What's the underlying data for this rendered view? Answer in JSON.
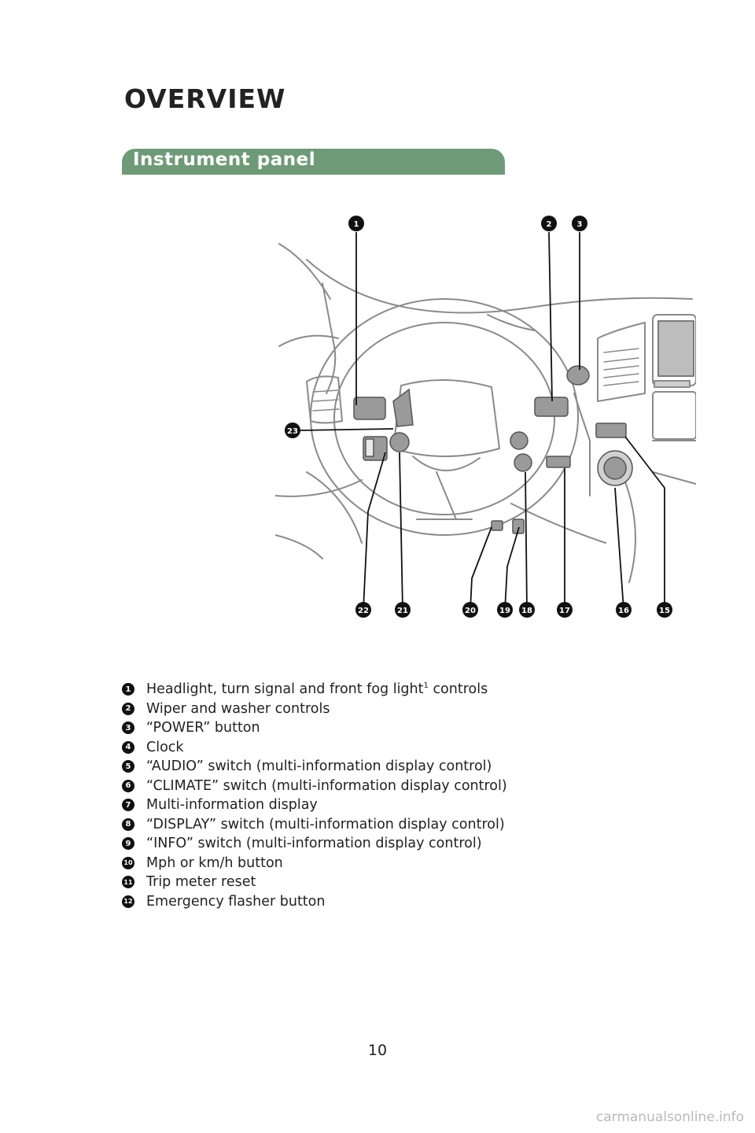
{
  "page": {
    "title": "OVERVIEW",
    "section_title": "Instrument panel",
    "page_number": "10",
    "watermark": "carmanualsonline.info"
  },
  "diagram": {
    "callouts": [
      "1",
      "2",
      "3",
      "15",
      "16",
      "17",
      "18",
      "19",
      "20",
      "21",
      "22",
      "23"
    ]
  },
  "legend": [
    {
      "num": "1",
      "text": "Headlight, turn signal and front fog light",
      "sup": "1",
      "after": " controls"
    },
    {
      "num": "2",
      "text": "Wiper and washer controls"
    },
    {
      "num": "3",
      "text": "“POWER” button"
    },
    {
      "num": "4",
      "text": "Clock"
    },
    {
      "num": "5",
      "text": "“AUDIO” switch (multi-information display control)"
    },
    {
      "num": "6",
      "text": "“CLIMATE” switch (multi-information display control)"
    },
    {
      "num": "7",
      "text": "Multi-information display"
    },
    {
      "num": "8",
      "text": "“DISPLAY” switch (multi-information display control)"
    },
    {
      "num": "9",
      "text": "“INFO” switch (multi-information display control)"
    },
    {
      "num": "10",
      "text": "Mph or km/h button"
    },
    {
      "num": "11",
      "text": "Trip meter reset"
    },
    {
      "num": "12",
      "text": "Emergency flasher button"
    }
  ]
}
